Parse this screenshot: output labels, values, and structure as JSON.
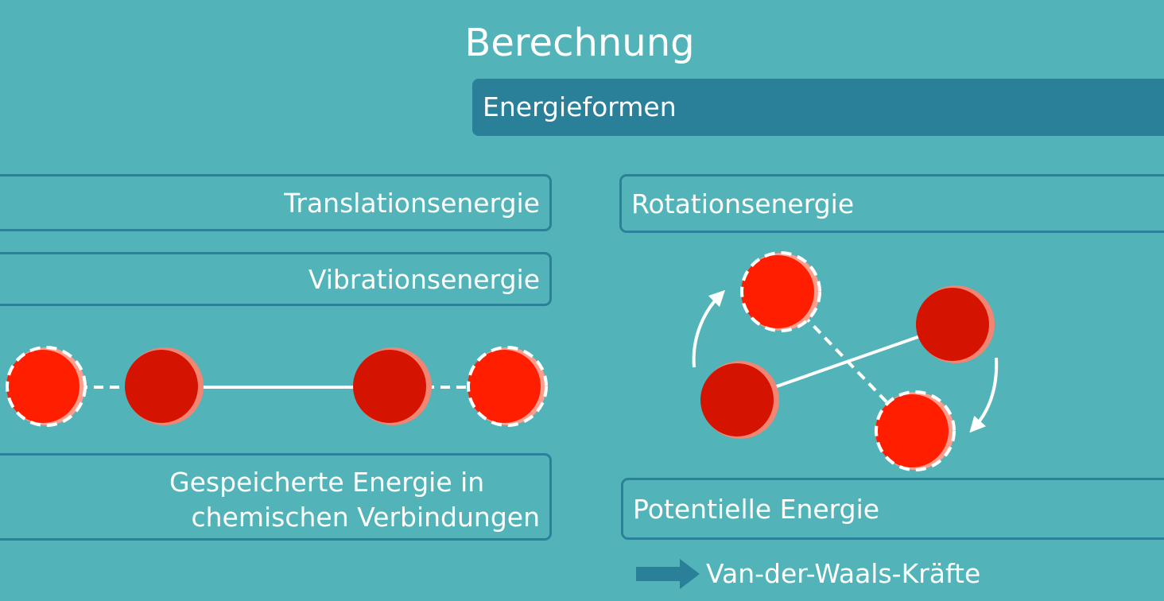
{
  "title": "Berechnung",
  "banner": "Energieformen",
  "boxes": {
    "translation": "Translationsenergie",
    "vibration": "Vibrationsenergie",
    "chemical_line1": "Gespeicherte Energie in",
    "chemical_line2": "chemischen Verbindungen",
    "rotation": "Rotationsenergie",
    "potential": "Potentielle Energie"
  },
  "vdw_label": "Van-der-Waals-Kräfte",
  "colors": {
    "background": "#52b4b8",
    "banner": "#2a7f99",
    "box_border": "#2c819a",
    "atom_solid": "#d41400",
    "atom_ghost": "#ff1e00",
    "arrow": "#2a7f99"
  }
}
